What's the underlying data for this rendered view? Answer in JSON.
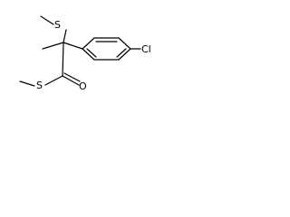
{
  "atoms": {
    "s_top": "S",
    "s_bottom": "S",
    "o_carbonyl": "O",
    "cl": "Cl"
  }
}
